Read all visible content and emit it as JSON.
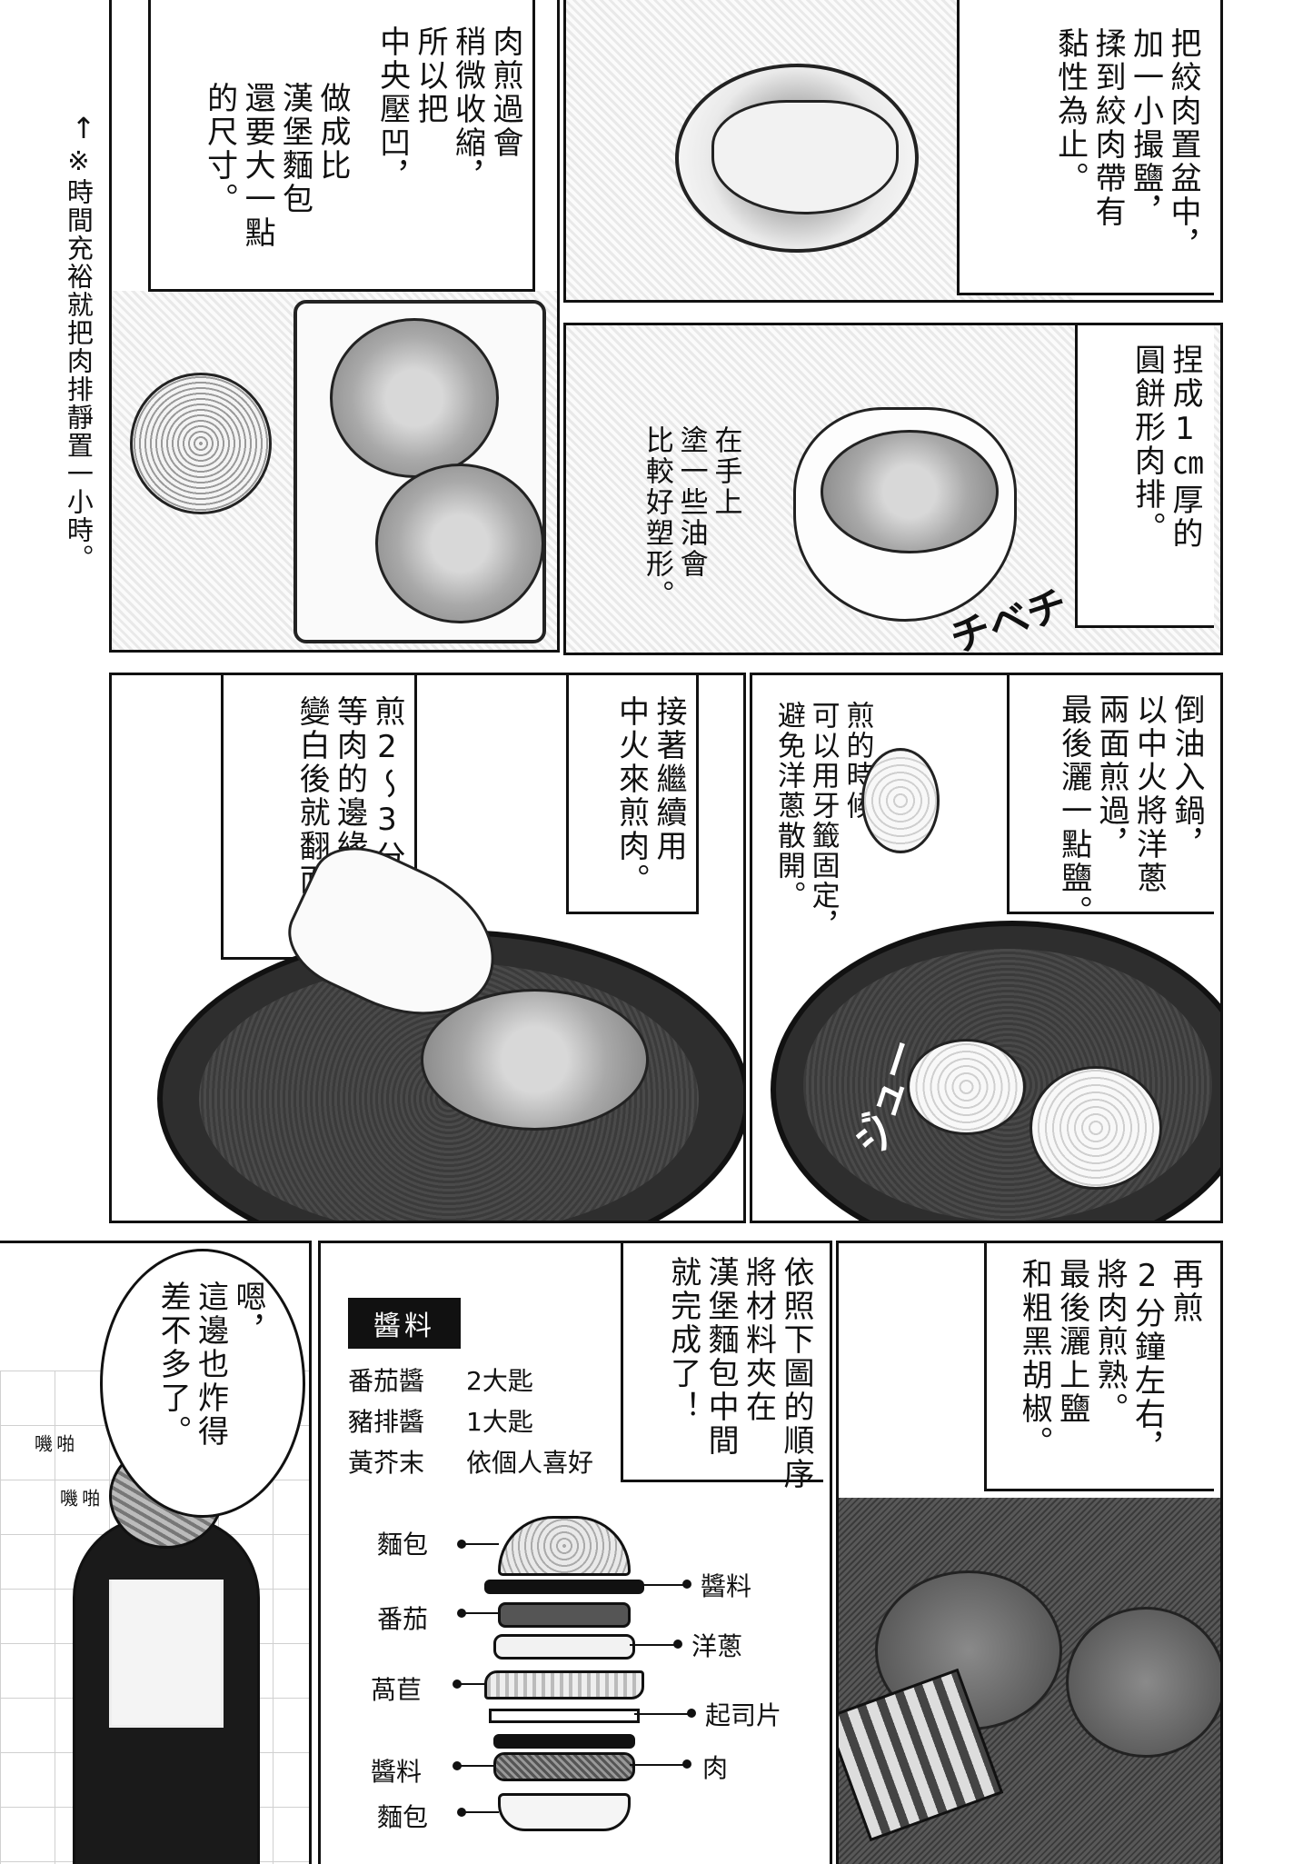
{
  "panels": {
    "p1": {
      "caption": "把絞肉置盆中，\n加一小撮鹽，\n揉到絞肉帶有\n黏性為止。"
    },
    "p2": {
      "caption_a": "肉煎過會\n稍微收縮，\n所以把\n中央壓凹，",
      "caption_b": "做成比\n漢堡麵包\n還要大一點\n的尺寸。",
      "side_note_arrow": "↑",
      "side_note": "※時間充裕就把肉排靜置一小時。"
    },
    "p3": {
      "caption": "捏成1㎝厚的\n圓餅形肉排。",
      "hand_note": "在手上\n塗一些油會\n比較好塑形。",
      "sfx": "チベチ"
    },
    "p4": {
      "caption": "倒油入鍋，\n以中火將洋蔥\n兩面煎過，\n最後灑一點鹽。",
      "hand_note": "煎的時候\n可以用牙籤固定，\n避免洋蔥散開。",
      "sfx": "ジュー"
    },
    "p5": {
      "caption_a": "接著繼續用\n中火來煎肉。",
      "caption_b": "煎2～3分鐘，\n等肉的邊緣\n變白後就翻面。"
    },
    "p6": {
      "caption": "再煎\n2分鐘左右，\n將肉煎熟。\n最後灑上鹽\n和粗黑胡椒。"
    },
    "p7": {
      "caption": "依照下圖的順序\n將材料夾在\n漢堡麵包中間\n就完成了！",
      "legend_title": "醬料",
      "legend": [
        {
          "name": "番茄醬",
          "amount": "2大匙"
        },
        {
          "name": "豬排醬",
          "amount": "1大匙"
        },
        {
          "name": "黃芥末",
          "amount": "依個人喜好"
        }
      ],
      "layers": {
        "bun_top": "麵包",
        "sauce_top": "醬料",
        "tomato": "番茄",
        "onion": "洋蔥",
        "lettuce": "萵苣",
        "cheese": "起司片",
        "sauce_bottom": "醬料",
        "meat": "肉",
        "bun_bottom": "麵包"
      }
    },
    "p8": {
      "speech": "嗯，\n這邊也炸得\n差不多了。",
      "sfx_a": "啪\n嘰",
      "sfx_b": "啪\n嘰"
    }
  }
}
